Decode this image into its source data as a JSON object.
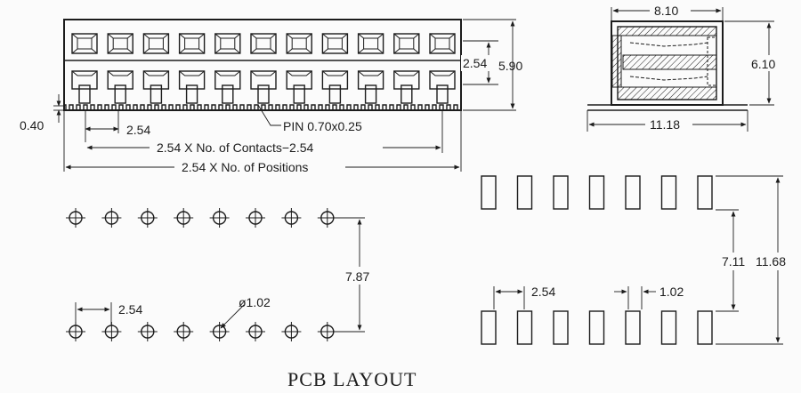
{
  "front_view": {
    "count": 11,
    "labels": {
      "height": "5.90",
      "row_pitch": "2.54",
      "offset": "0.40",
      "pitch": "2.54",
      "pin": "PIN 0.70x0.25",
      "contacts_formula": "2.54 X No. of Contacts−2.54",
      "positions_formula": "2.54 X No. of Positions"
    }
  },
  "side_view": {
    "labels": {
      "width": "8.10",
      "height": "6.10",
      "base": "11.18"
    }
  },
  "pcb_through_hole": {
    "holes_per_row": 8,
    "labels": {
      "row_spacing": "7.87",
      "pitch": "2.54",
      "hole_diameter": "ø1.02"
    }
  },
  "pcb_smt": {
    "pads_per_row": 7,
    "labels": {
      "inner": "7.11",
      "outer": "11.68",
      "pitch": "2.54",
      "pad_width": "1.02"
    }
  },
  "title": "PCB LAYOUT"
}
